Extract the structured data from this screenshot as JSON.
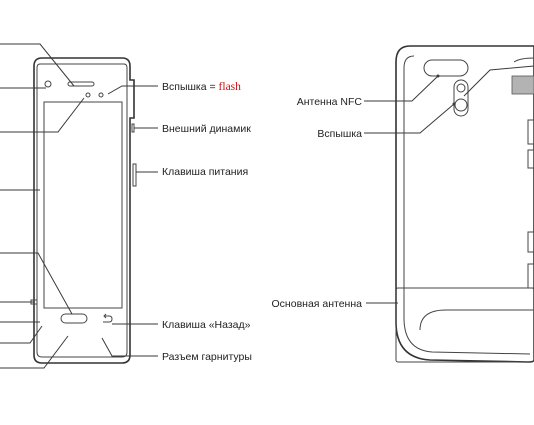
{
  "front": {
    "flash_label": "Вспышка",
    "flash_eq": " = ",
    "flash_note": "flash",
    "speaker_label": "Внешний динамик",
    "power_label": "Клавиша питания",
    "back_key_label": "Клавиша «Назад»",
    "headset_label": "Разъем гарнитуры"
  },
  "back": {
    "nfc_label": "Антенна NFC",
    "flash_label": "Вспышка",
    "main_antenna_label": "Основная антенна"
  },
  "colors": {
    "line": "#333333",
    "accent": "#cc1111"
  }
}
